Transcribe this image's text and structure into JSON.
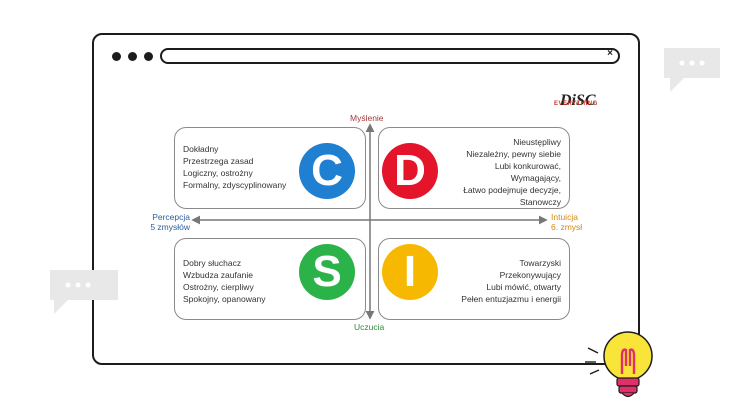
{
  "window": {
    "close_glyph": "×"
  },
  "logo": {
    "line1": "DiSC",
    "line2": "EVERYTHING"
  },
  "axes": {
    "top": "Myślenie",
    "bottom": "Uczucia",
    "left": [
      "Percepcja",
      "5 zmysłów"
    ],
    "right": [
      "Intuicja",
      "6. zmysł"
    ]
  },
  "quadrants": {
    "c": {
      "letter": "C",
      "color": "#1f7fd0",
      "traits": [
        "Dokładny",
        "Przestrzega zasad",
        "Logiczny, ostrożny",
        "Formalny, zdyscyplinowany"
      ]
    },
    "d": {
      "letter": "D",
      "color": "#e4142b",
      "traits": [
        "Nieustępliwy",
        "Niezależny, pewny siebie",
        "Lubi konkurować,",
        "Wymagający,",
        "Łatwo podejmuje decyzje,",
        "Stanowczy"
      ]
    },
    "s": {
      "letter": "S",
      "color": "#2bb34a",
      "traits": [
        "Dobry słuchacz",
        "Wzbudza zaufanie",
        "Ostrożny, cierpliwy",
        "Spokojny, opanowany"
      ]
    },
    "i": {
      "letter": "I",
      "color": "#f6b800",
      "traits": [
        "Towarzyski",
        "Przekonywujący",
        "Lubi mówić, otwarty",
        "Pełen entuzjazmu i energii"
      ]
    }
  },
  "colors": {
    "axis_top": "#a33a3a",
    "axis_bottom": "#2e8b3a",
    "axis_left": "#2b5e9c",
    "axis_right": "#d18a10",
    "bulb": "#f9e43a",
    "bulb_base": "#e0306a"
  }
}
